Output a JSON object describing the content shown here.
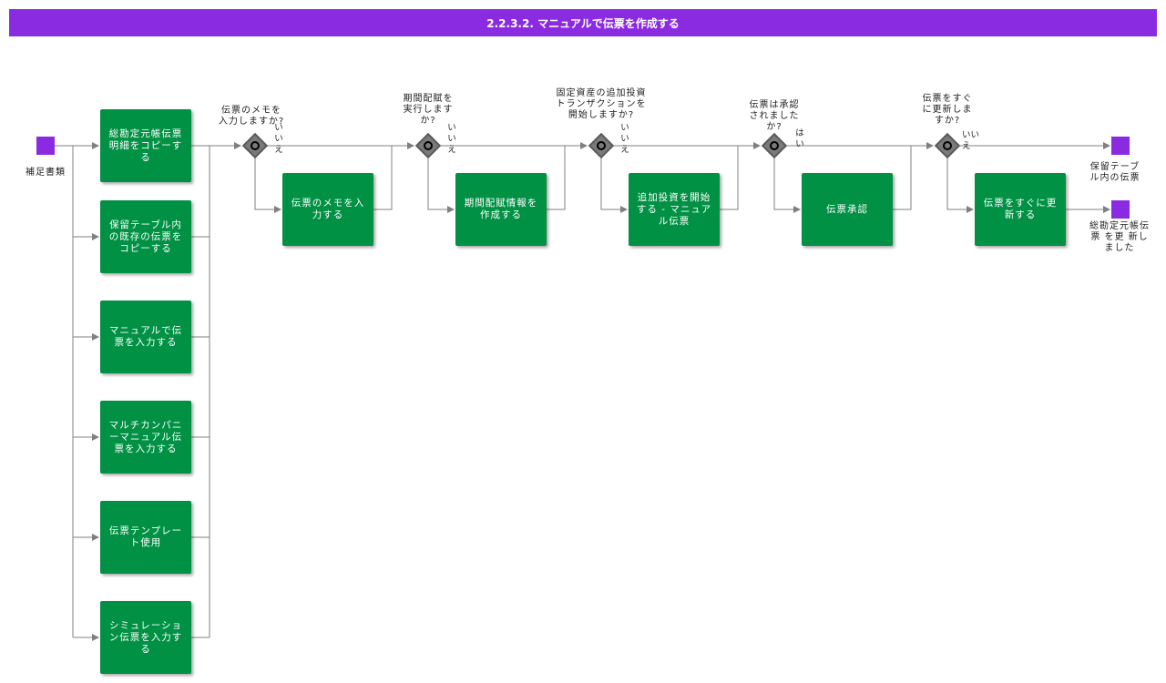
{
  "title": "2.2.3.2. マニュアルで伝票を作成する",
  "events": {
    "start": "補足書類",
    "end_hold": "保留テーブル内の伝票",
    "end_posted": "総勘定元帳伝票 を更 新しました"
  },
  "tasks": {
    "copy_gl": "総勘定元帳伝票明細をコピーする",
    "copy_hold": "保留テーブル内の既存の伝票をコピーする",
    "manual_enter": "マニュアルで伝票を入力する",
    "multi_company": "マルチカンパニーマニュアル伝票を入力する",
    "template": "伝票テンプレート使用",
    "simulation": "シミュレーション伝票を入力する",
    "memo": "伝票のメモを入力する",
    "accrual": "期間配賦情報を作成する",
    "asset": "追加投資を開始 する - マニュア ル伝票",
    "approve": "伝票承認",
    "post_now": "伝票をすぐに更新する"
  },
  "gateways": {
    "g1": "伝票のメモを入力しますか?",
    "g2": "期間配賦を実行しますか?",
    "g3": "固定資産の追加投資トランザクションを開始しますか?",
    "g4": "伝票は承認されましたか?",
    "g5": "伝票をすぐに更新しますか?"
  },
  "flow_labels": {
    "no": "いいえ",
    "yes": "はい"
  },
  "colors": {
    "header": "#8a2be2",
    "task": "#009144",
    "event": "#8a2be2",
    "gateway": "#7a7a7a",
    "line": "#808080"
  }
}
